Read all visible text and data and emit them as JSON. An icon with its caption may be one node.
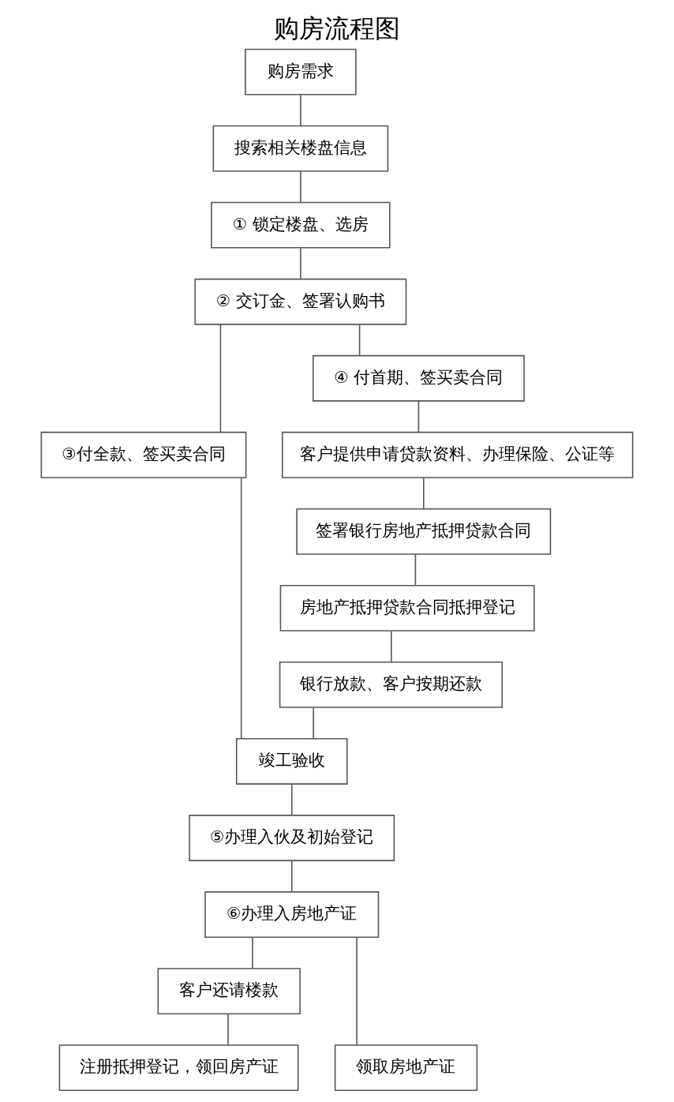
{
  "diagram": {
    "title": "购房流程图",
    "nodes": [
      {
        "text": [
          "购房需求"
        ]
      },
      {
        "text": [
          "搜索相关楼盘信息"
        ]
      },
      {
        "text": [
          "① 锁定楼盘、选房"
        ]
      },
      {
        "text": [
          "② 交订金、签署认购书"
        ]
      },
      {
        "text": [
          "③付全款、签买卖合同"
        ]
      },
      {
        "text": [
          "④ 付首期、签买卖合同"
        ]
      },
      {
        "text": [
          "客户提供申请贷款资料、办理保险、公证等"
        ]
      },
      {
        "text": [
          "签署银行房地产抵押贷款合同"
        ]
      },
      {
        "text": [
          "房地产抵押贷款合同抵押登记"
        ]
      },
      {
        "text": [
          "银行放款、客户按期还款"
        ]
      },
      {
        "text": [
          "竣工验收"
        ]
      },
      {
        "text": [
          "⑤办理入伙及初始登记"
        ]
      },
      {
        "text": [
          "⑥办理入房地产证"
        ]
      },
      {
        "text": [
          "客户还请楼款"
        ]
      },
      {
        "text": [
          "领取房地产证"
        ]
      },
      {
        "text": [
          "注册抵押登记，领回房产证"
        ]
      }
    ],
    "edges": [
      {
        "from": 0,
        "to": 1,
        "arrow": "none"
      },
      {
        "from": 1,
        "to": 2,
        "arrow": "none"
      },
      {
        "from": 2,
        "to": 3,
        "arrow": "none"
      },
      {
        "from": 3,
        "to": 4,
        "arrow": "none"
      },
      {
        "from": 3,
        "to": 5,
        "arrow": "none"
      },
      {
        "from": 5,
        "to": 6,
        "arrow": "none"
      },
      {
        "from": 6,
        "to": 7,
        "arrow": "none"
      },
      {
        "from": 7,
        "to": 8,
        "arrow": "none"
      },
      {
        "from": 8,
        "to": 9,
        "arrow": "none"
      },
      {
        "from": 4,
        "to": 10,
        "arrow": "none"
      },
      {
        "from": 9,
        "to": 10,
        "arrow": "none"
      },
      {
        "from": 10,
        "to": 11,
        "arrow": "none"
      },
      {
        "from": 11,
        "to": 12,
        "arrow": "none"
      },
      {
        "from": 12,
        "to": 14,
        "arrow": "none"
      },
      {
        "from": 12,
        "to": 13,
        "arrow": "none"
      },
      {
        "from": 13,
        "to": 15,
        "arrow": "none"
      }
    ]
  }
}
